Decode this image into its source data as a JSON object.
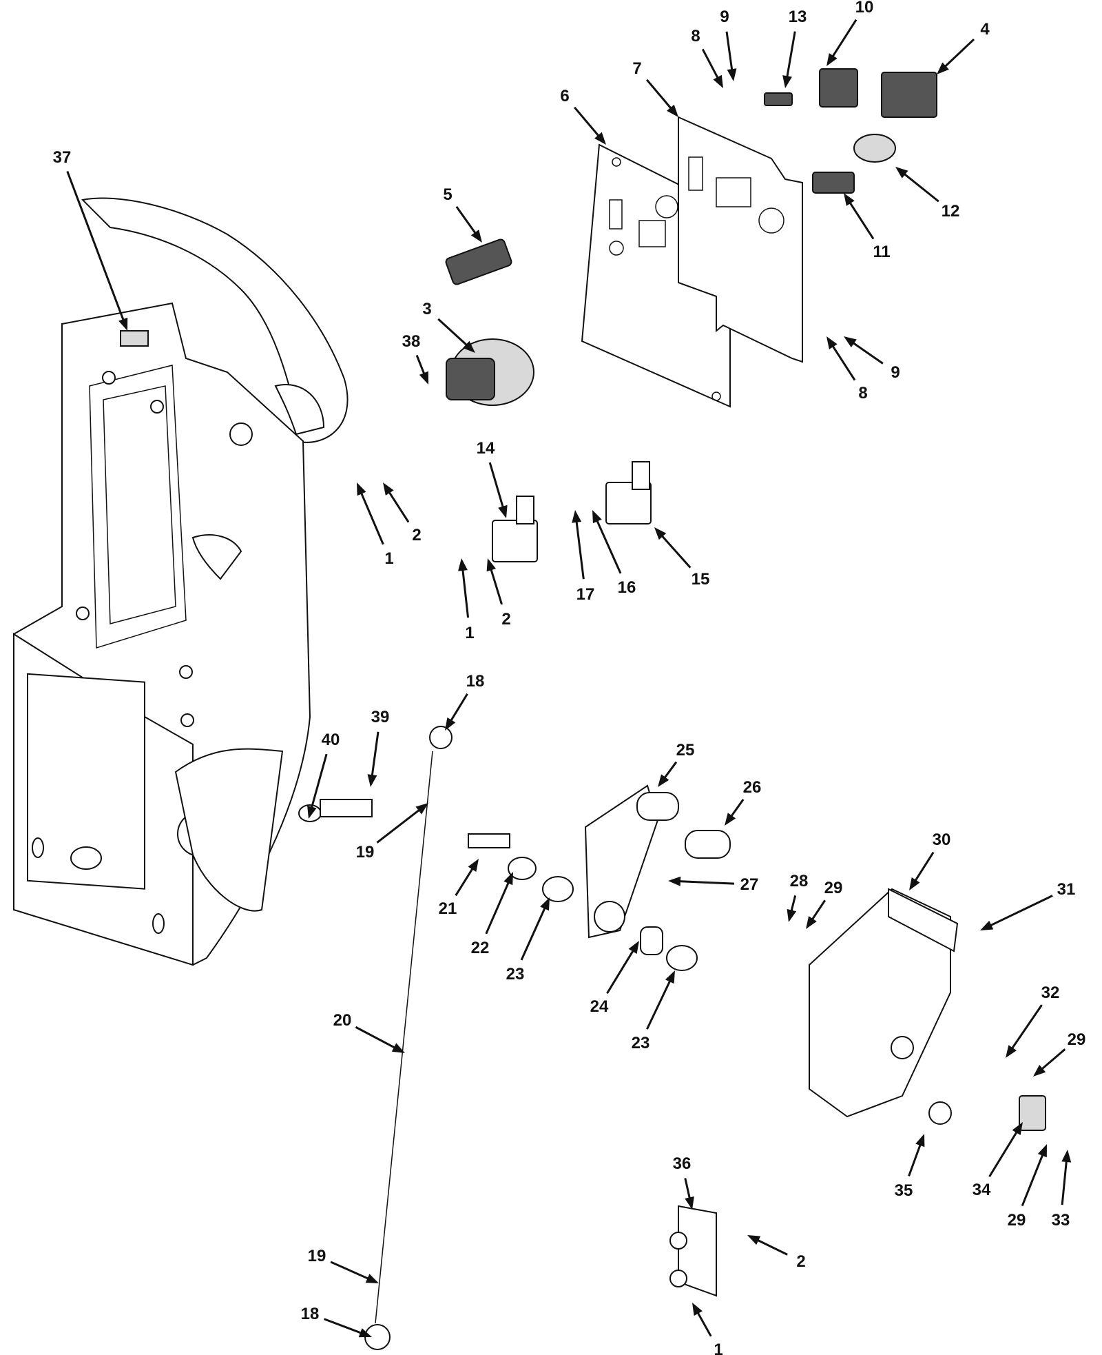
{
  "callouts": [
    {
      "label": "37"
    },
    {
      "label": "5"
    },
    {
      "label": "6"
    },
    {
      "label": "7"
    },
    {
      "label": "8"
    },
    {
      "label": "9"
    },
    {
      "label": "13"
    },
    {
      "label": "10"
    },
    {
      "label": "4"
    },
    {
      "label": "12"
    },
    {
      "label": "11"
    },
    {
      "label": "9"
    },
    {
      "label": "8"
    },
    {
      "label": "38"
    },
    {
      "label": "3"
    },
    {
      "label": "14"
    },
    {
      "label": "1"
    },
    {
      "label": "2"
    },
    {
      "label": "1"
    },
    {
      "label": "2"
    },
    {
      "label": "17"
    },
    {
      "label": "16"
    },
    {
      "label": "15"
    },
    {
      "label": "18"
    },
    {
      "label": "39"
    },
    {
      "label": "40"
    },
    {
      "label": "19"
    },
    {
      "label": "25"
    },
    {
      "label": "26"
    },
    {
      "label": "21"
    },
    {
      "label": "22"
    },
    {
      "label": "23"
    },
    {
      "label": "27"
    },
    {
      "label": "24"
    },
    {
      "label": "23"
    },
    {
      "label": "30"
    },
    {
      "label": "28"
    },
    {
      "label": "29"
    },
    {
      "label": "31"
    },
    {
      "label": "32"
    },
    {
      "label": "29"
    },
    {
      "label": "20"
    },
    {
      "label": "35"
    },
    {
      "label": "34"
    },
    {
      "label": "29"
    },
    {
      "label": "33"
    },
    {
      "label": "36"
    },
    {
      "label": "2"
    },
    {
      "label": "19"
    },
    {
      "label": "18"
    },
    {
      "label": "1"
    }
  ]
}
